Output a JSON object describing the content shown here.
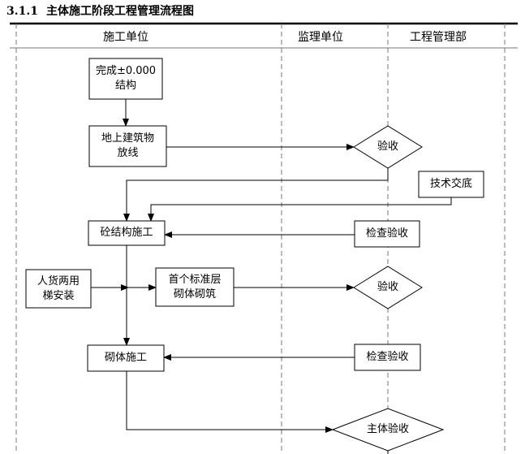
{
  "heading": {
    "number": "3.1.1",
    "title": "主体施工阶段工程管理流程图"
  },
  "columns": [
    {
      "id": "construction",
      "label": "施工单位"
    },
    {
      "id": "supervision",
      "label": "监理单位"
    },
    {
      "id": "management",
      "label": "工程管理部"
    }
  ],
  "nodes": [
    {
      "id": "complete-structure",
      "shape": "rect",
      "lines": [
        "完成±0.000",
        "结构"
      ]
    },
    {
      "id": "layout",
      "shape": "rect",
      "lines": [
        "地上建筑物",
        "放线"
      ]
    },
    {
      "id": "inspect-1",
      "shape": "diamond",
      "lines": [
        "验收"
      ]
    },
    {
      "id": "tech-brief",
      "shape": "rect",
      "lines": [
        "技术交底"
      ]
    },
    {
      "id": "concrete-construction",
      "shape": "rect",
      "lines": [
        "砼结构施工"
      ]
    },
    {
      "id": "check-accept-1",
      "shape": "rect",
      "lines": [
        "检查验收"
      ]
    },
    {
      "id": "hoist-install",
      "shape": "rect",
      "lines": [
        "人货两用",
        "梯安装"
      ]
    },
    {
      "id": "first-masonry",
      "shape": "rect",
      "lines": [
        "首个标准层",
        "砌体砌筑"
      ]
    },
    {
      "id": "inspect-2",
      "shape": "diamond",
      "lines": [
        "验收"
      ]
    },
    {
      "id": "masonry-construction",
      "shape": "rect",
      "lines": [
        "砌体施工"
      ]
    },
    {
      "id": "check-accept-2",
      "shape": "rect",
      "lines": [
        "检查验收"
      ]
    },
    {
      "id": "main-inspection",
      "shape": "diamond",
      "lines": [
        "主体验收"
      ]
    }
  ],
  "edges": [
    {
      "from": "complete-structure",
      "to": "layout"
    },
    {
      "from": "layout",
      "to": "inspect-1"
    },
    {
      "from": "inspect-1",
      "to": "concrete-construction"
    },
    {
      "from": "tech-brief",
      "to": "concrete-construction"
    },
    {
      "from": "check-accept-1",
      "to": "concrete-construction"
    },
    {
      "from": "concrete-construction",
      "to": "masonry-construction"
    },
    {
      "from": "hoist-install",
      "to": "first-masonry"
    },
    {
      "from": "first-masonry",
      "to": "inspect-2"
    },
    {
      "from": "check-accept-2",
      "to": "masonry-construction"
    },
    {
      "from": "masonry-construction",
      "to": "main-inspection"
    }
  ],
  "colors": {
    "stroke": "#000000",
    "fill": "#ffffff",
    "lane_line": "#777777"
  }
}
